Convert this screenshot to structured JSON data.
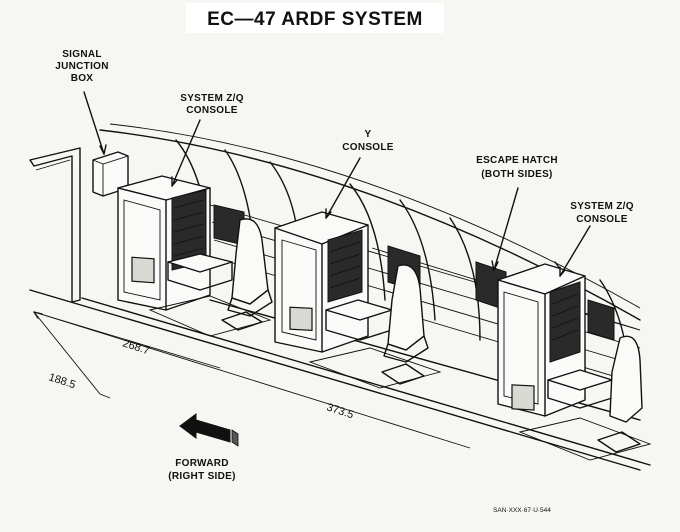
{
  "title": "EC—47 ARDF SYSTEM",
  "labels": {
    "signal_junction_box": [
      "SIGNAL",
      "JUNCTION",
      "BOX"
    ],
    "system_zq_console_left": [
      "SYSTEM Z/Q",
      "CONSOLE"
    ],
    "y_console": [
      "Y",
      "CONSOLE"
    ],
    "escape_hatch": [
      "ESCAPE HATCH",
      "(BOTH SIDES)"
    ],
    "system_zq_console_right": [
      "SYSTEM Z/Q",
      "CONSOLE"
    ],
    "forward": [
      "FORWARD",
      "(RIGHT SIDE)"
    ]
  },
  "dimensions": {
    "d1": "188.5",
    "d2": "268.7",
    "d3": "373.5"
  },
  "reference_number": "SAN·XXX·67·U·544"
}
